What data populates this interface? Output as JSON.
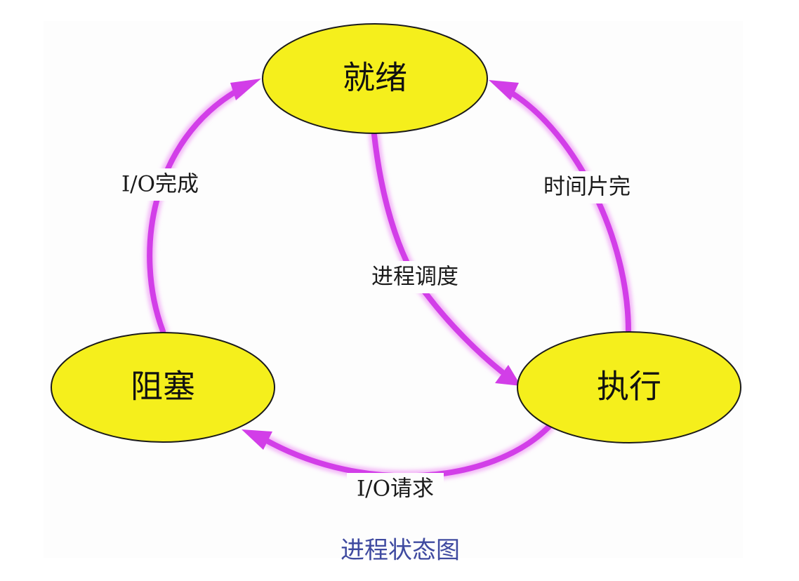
{
  "diagram": {
    "nodes": {
      "ready": "就绪",
      "blocked": "阻塞",
      "running": "执行"
    },
    "edges": {
      "io_complete": "I/O完成",
      "time_slice": "时间片完",
      "dispatch": "进程调度",
      "io_request": "I/O请求"
    },
    "caption": "进程状态图"
  },
  "colors": {
    "node_fill": "#f5ef1c",
    "node_stroke": "#1a1a1a",
    "arrow": "#d23ee8",
    "arrow_glow": "#f3b7f7",
    "caption": "#3f4aa0",
    "panel_background": "#fdfdfd"
  }
}
